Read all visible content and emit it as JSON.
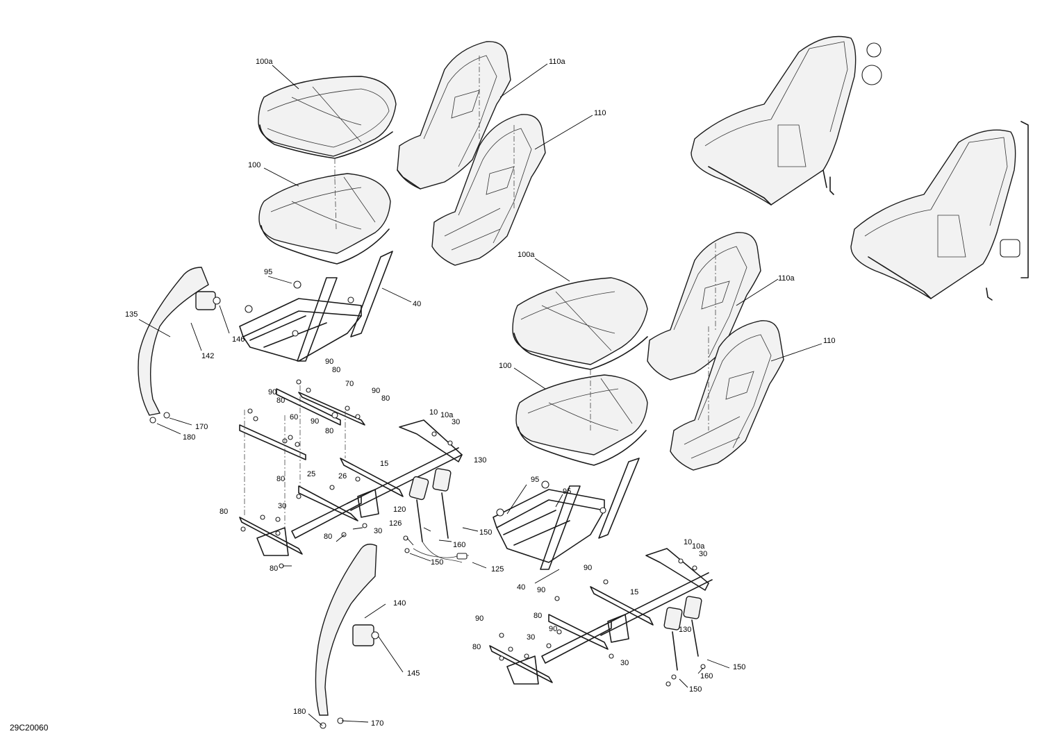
{
  "diagram": {
    "document_code": "29C20060",
    "callouts": {
      "c_100a_1": "100a",
      "c_110a_1": "110a",
      "c_110": "110",
      "c_100_1": "100",
      "c_95_1": "95",
      "c_40_1": "40",
      "c_135": "135",
      "c_146": "146",
      "c_142": "142",
      "c_100a_2": "100a",
      "c_110a_2": "110a",
      "c_110_2": "110",
      "c_100_2": "100",
      "c_90_a": "90",
      "c_80_a": "80",
      "c_70": "70",
      "c_90_b": "90",
      "c_80_b": "80",
      "c_90_c": "90",
      "c_80_c": "80",
      "c_60": "60",
      "c_90_d": "90",
      "c_80_d": "80",
      "c_170_1": "170",
      "c_180_1": "180",
      "c_10_1": "10",
      "c_10a_1": "10a",
      "c_30_1": "30",
      "c_15_1": "15",
      "c_130_1": "130",
      "c_25": "25",
      "c_26": "26",
      "c_80_e": "80",
      "c_120": "120",
      "c_30_2": "30",
      "c_80_f": "80",
      "c_30_3": "30",
      "c_80_g": "80",
      "c_126": "126",
      "c_160_1": "160",
      "c_150_1": "150",
      "c_150_2": "150",
      "c_125": "125",
      "c_80_h": "80",
      "c_95_2": "95",
      "c_95_3": "95",
      "c_40_2": "40",
      "c_10_2": "10",
      "c_10a_2": "10a",
      "c_30_4": "30",
      "c_90_e": "90",
      "c_15_2": "15",
      "c_90_f": "90",
      "c_80_i": "80",
      "c_90_g": "90",
      "c_90_h": "90",
      "c_30_5": "30",
      "c_130_2": "130",
      "c_80_j": "80",
      "c_30_6": "30",
      "c_160_2": "160",
      "c_150_3": "150",
      "c_150_4": "150",
      "c_140": "140",
      "c_145": "145",
      "c_180_2": "180",
      "c_170_2": "170"
    }
  }
}
